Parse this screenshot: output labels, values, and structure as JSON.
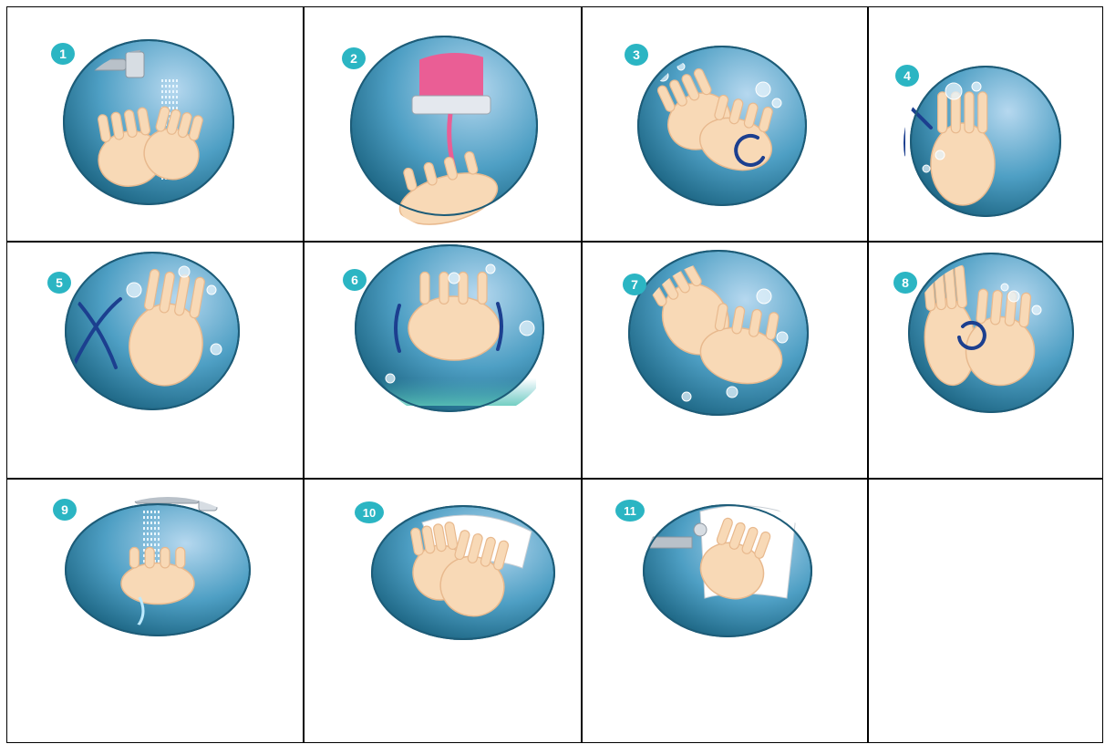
{
  "steps": [
    {
      "number": "1",
      "icon": "faucet-wet-hands-icon"
    },
    {
      "number": "2",
      "icon": "soap-dispenser-icon"
    },
    {
      "number": "3",
      "icon": "rub-palms-icon"
    },
    {
      "number": "4",
      "icon": "rub-back-of-hand-icon"
    },
    {
      "number": "5",
      "icon": "interlace-fingers-icon"
    },
    {
      "number": "6",
      "icon": "interlock-fingers-icon"
    },
    {
      "number": "7",
      "icon": "rub-thumb-icon"
    },
    {
      "number": "8",
      "icon": "rub-fingertips-icon"
    },
    {
      "number": "9",
      "icon": "rinse-hands-icon"
    },
    {
      "number": "10",
      "icon": "dry-with-towel-icon"
    },
    {
      "number": "11",
      "icon": "turn-off-faucet-with-towel-icon"
    }
  ],
  "colors": {
    "badge": "#2bb5c3",
    "circle_dark": "#175f7c",
    "circle_light": "#b6d8ef",
    "skin": "#f8d9b6",
    "skin_line": "#e8b98e",
    "arrow": "#1c3f8f",
    "soap_pink": "#ea5e95",
    "faucet": "#b9c1c9"
  }
}
